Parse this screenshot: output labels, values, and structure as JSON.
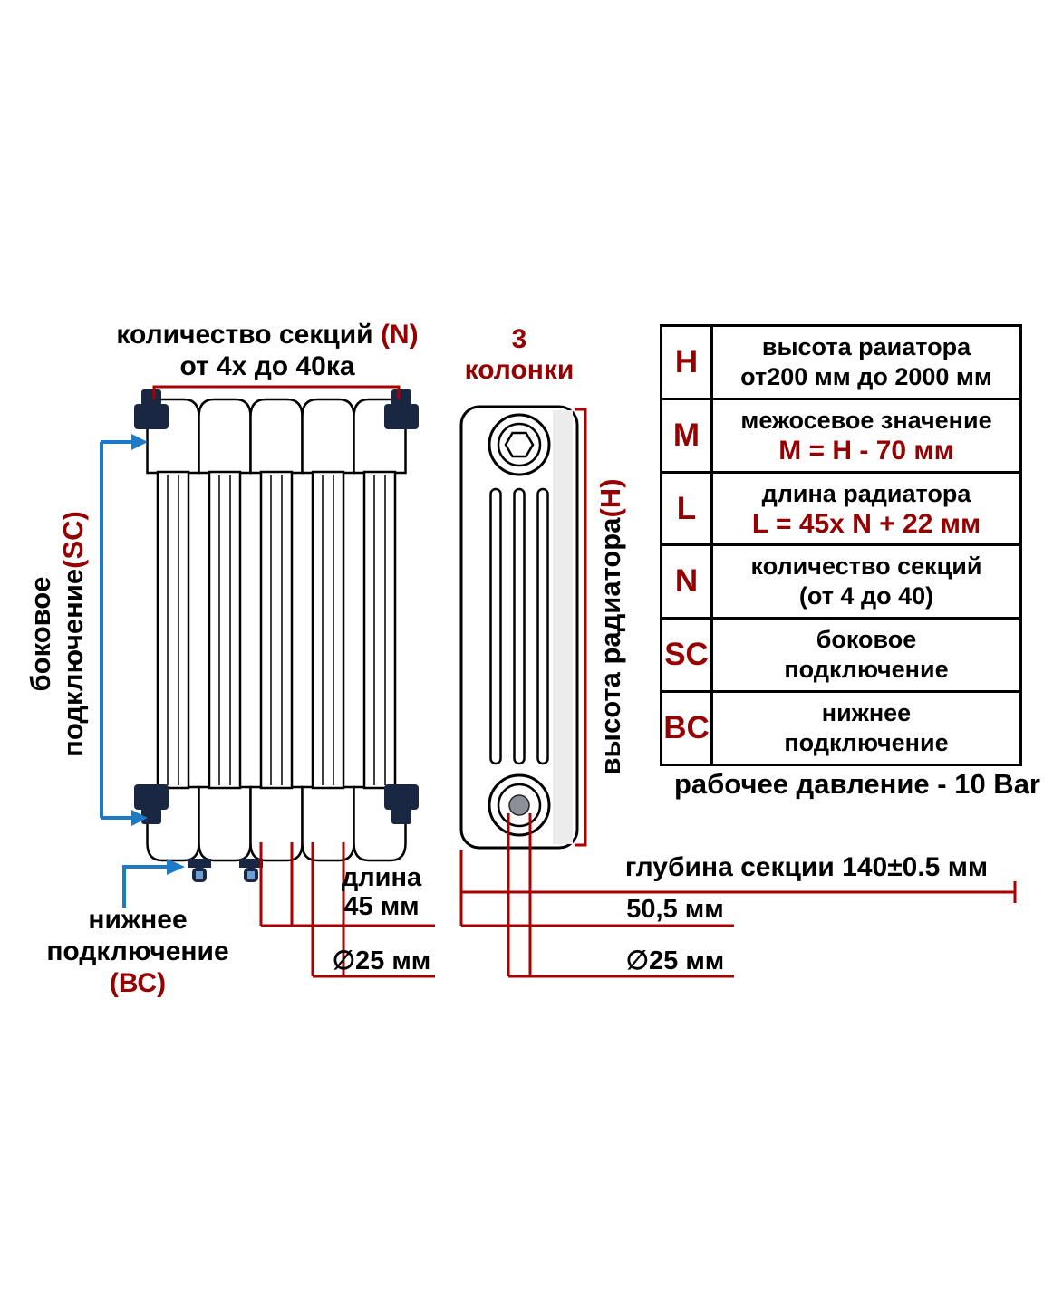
{
  "top_labels": {
    "sections_count_black": "количество секций ",
    "sections_count_red": "(N)",
    "sections_range": "от 4х до 40ка",
    "columns_value": "3",
    "columns_word": "колонки"
  },
  "left_labels": {
    "side_connection_word1": "боковое",
    "side_connection_word2": "подключение",
    "side_connection_code": "(SC)",
    "bottom_connection_word1": "нижнее",
    "bottom_connection_word2": "подключение",
    "bottom_connection_code": "(ВС)"
  },
  "side_view": {
    "height_label": "высота радиатора",
    "height_code": "(H)"
  },
  "dimensions": {
    "length_word": "длина",
    "length_value": "45 мм",
    "front_tube_diameter": "∅25 мм",
    "side_offset": "50,5 мм",
    "side_tube_diameter": "∅25 мм",
    "depth_label": "глубина секции 140±0.5 мм",
    "pressure": "рабочее давление - 10 Bar"
  },
  "table": {
    "rows": [
      {
        "key": "H",
        "line1": "высота раиатора",
        "line2": "от200 мм до 2000 мм"
      },
      {
        "key": "M",
        "line1": "межосевое значение",
        "line2": "M = H - 70 мм"
      },
      {
        "key": "L",
        "line1": "длина радиатора",
        "line2": "L = 45x N + 22 мм"
      },
      {
        "key": "N",
        "line1": "количество секций",
        "line2": "(от 4 до 40)"
      },
      {
        "key": "SC",
        "line1": "боковое",
        "line2": "подключение"
      },
      {
        "key": "BC",
        "line1": "нижнее",
        "line2": "подключение"
      }
    ]
  },
  "colors": {
    "accent_red": "#960000",
    "line_red": "#ab0000",
    "arrow_blue": "#1d7ac9",
    "fitting_navy": "#1a2742"
  }
}
